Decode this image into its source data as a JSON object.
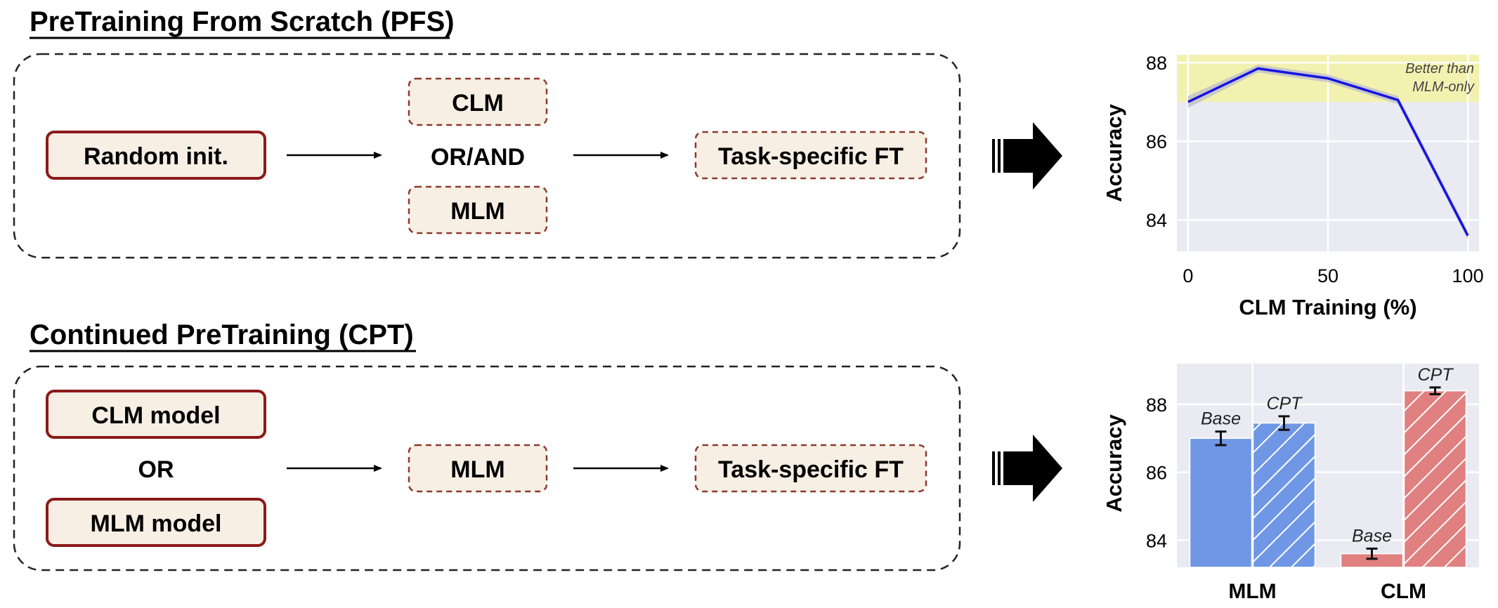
{
  "pfs": {
    "title": "PreTraining From Scratch (PFS)",
    "start": "Random init.",
    "obj_top": "CLM",
    "connector": "OR/AND",
    "obj_bottom": "MLM",
    "end": "Task-specific FT"
  },
  "cpt": {
    "title": "Continued PreTraining (CPT)",
    "model_top": "CLM model",
    "connector": "OR",
    "model_bottom": "MLM model",
    "obj": "MLM",
    "end": "Task-specific FT"
  },
  "colors": {
    "solid_box_border": "#8b1a1a",
    "dashed_box_border": "#8b3a2a",
    "box_fill": "#f7efe4",
    "line": "#1515e0",
    "band": "#f3f1b0",
    "plot_bg": "#eaeaf2",
    "mlm_bar": "#6f97e6",
    "clm_bar": "#e08080"
  },
  "chart_data": [
    {
      "type": "line",
      "xlabel": "CLM Training (%)",
      "ylabel": "Accuracy",
      "xticks": [
        "0",
        "50",
        "100"
      ],
      "yticks": [
        "84",
        "86",
        "88"
      ],
      "xlim": [
        -4,
        104
      ],
      "ylim": [
        83.2,
        88.2
      ],
      "band": {
        "from": 87.0,
        "to": 88.2,
        "label_line1": "Better than",
        "label_line2": "MLM-only"
      },
      "series": [
        {
          "x": [
            0,
            25,
            50,
            75,
            100
          ],
          "y": [
            87.0,
            87.85,
            87.6,
            87.05,
            83.6
          ],
          "band_low": [
            86.85,
            87.75,
            87.5,
            86.95,
            83.5
          ],
          "band_high": [
            87.15,
            87.95,
            87.7,
            87.15,
            83.7
          ]
        }
      ],
      "grid": true
    },
    {
      "type": "bar",
      "ylabel": "Accuracy",
      "yticks": [
        "84",
        "86",
        "88"
      ],
      "ylim": [
        83.2,
        89.2
      ],
      "categories": [
        "MLM",
        "CLM"
      ],
      "bars": [
        {
          "category": "MLM",
          "label": "Base",
          "value": 87.0,
          "err": 0.2,
          "hatched": false
        },
        {
          "category": "MLM",
          "label": "CPT",
          "value": 87.45,
          "err": 0.2,
          "hatched": true
        },
        {
          "category": "CLM",
          "label": "Base",
          "value": 83.6,
          "err": 0.15,
          "hatched": false
        },
        {
          "category": "CLM",
          "label": "CPT",
          "value": 88.4,
          "err": 0.1,
          "hatched": true
        }
      ],
      "grid": true
    }
  ]
}
